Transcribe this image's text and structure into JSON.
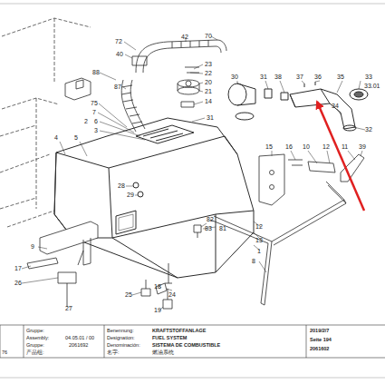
{
  "diagram": {
    "labels": [
      "72",
      "42",
      "70",
      "40",
      "23",
      "22",
      "20",
      "21",
      "88",
      "87",
      "14",
      "75",
      "7",
      "6",
      "3",
      "2",
      "31",
      "4",
      "5",
      "28",
      "29",
      "30",
      "31",
      "38",
      "37",
      "36",
      "35",
      "33",
      "33.01",
      "34",
      "32",
      "15",
      "16",
      "10",
      "12",
      "11",
      "39",
      "82",
      "83",
      "81",
      "12",
      "13",
      "1",
      "8",
      "9",
      "17",
      "26",
      "27",
      "25",
      "24",
      "18",
      "19",
      "76",
      "Gruppe:",
      "Assembly:",
      "Gruppe:",
      "产品组:",
      "04.05.01 / 00",
      "2061692",
      "Benennung:",
      "Designation:",
      "Denominación:",
      "名字:",
      "KRAFTSTOFFANLAGE",
      "FUEL SYSTEM",
      "SISTEMA DE COMBUSTIBLE",
      "燃油系统",
      "2019/2/7",
      "Seite 194",
      "2061602"
    ]
  }
}
